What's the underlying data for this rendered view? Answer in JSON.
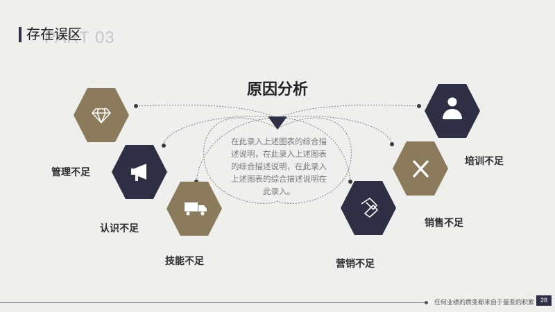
{
  "header": {
    "title": "存在误区",
    "watermark": "PART 03"
  },
  "center": {
    "heading": "原因分析",
    "description": "在此录入上述图表的综合描述说明，在此录入上述图表的综合描述说明，在此录入上述图表的综合描述说明在此录入。"
  },
  "left_items": [
    {
      "label": "管理不足",
      "icon": "diamond-icon",
      "color": "#8c7a5c"
    },
    {
      "label": "认识不足",
      "icon": "megaphone-icon",
      "color": "#2e2f45"
    },
    {
      "label": "技能不足",
      "icon": "truck-icon",
      "color": "#8c7a5c"
    }
  ],
  "right_items": [
    {
      "label": "培训不足",
      "icon": "person-icon",
      "color": "#2e2f45"
    },
    {
      "label": "销售不足",
      "icon": "tools-icon",
      "color": "#8c7a5c"
    },
    {
      "label": "营销不足",
      "icon": "handshake-icon",
      "color": "#2e2f45"
    }
  ],
  "footer": {
    "text": "任何业绩的质变都来自于量变的积累",
    "page_number": "28"
  },
  "colors": {
    "navy": "#2e2f45",
    "bronze": "#8c7a5c",
    "background": "#efefed"
  }
}
